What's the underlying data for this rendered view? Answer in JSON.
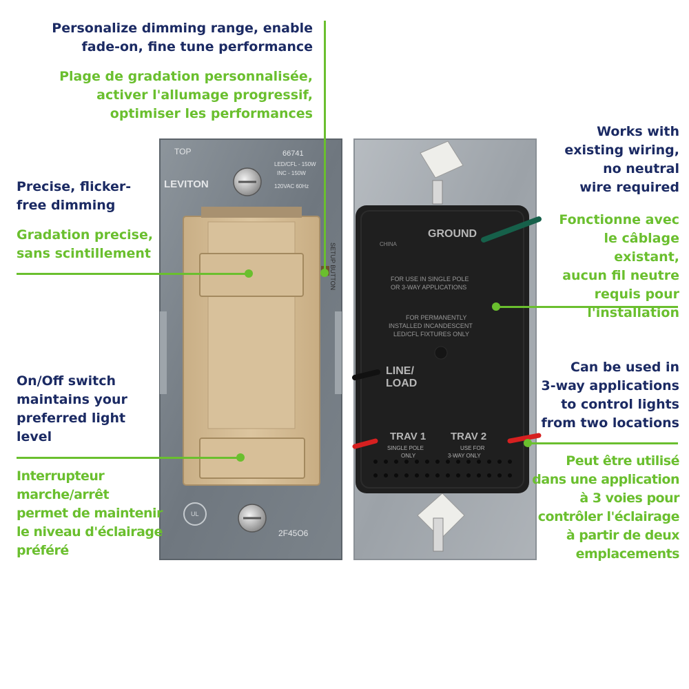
{
  "callouts": {
    "setup_en": "Personalize dimming range, enable\nfade-on, fine tune performance",
    "setup_fr": "Plage de gradation personnalisée,\nactiver l'allumage progressif,\noptimiser les performances",
    "flicker_en": "Precise, flicker-\nfree dimming",
    "flicker_fr": "Gradation precise,\nsans scintillement",
    "switch_en": "On/Off switch\nmaintains your\npreferred light\nlevel",
    "switch_fr": "Interrupteur\nmarche/arrêt\npermet de maintenir\nle niveau d'éclairage\npréféré",
    "wiring_en": "Works with\nexisting wiring,\nno neutral\nwire required",
    "wiring_fr": "Fonctionne avec\nle câblage existant,\naucun fil neutre\nrequis pour\nl'installation",
    "threeway_en": "Can be used in\n3-way applications\nto control lights\nfrom two locations",
    "threeway_fr": "Peut être utilisé\ndans une application\nà 3 voies pour\ncontrôler l'éclairage\nà partir de deux\nemplacements"
  },
  "front_labels": {
    "top": "TOP",
    "model": "66741",
    "rating1": "LED/CFL - 150W",
    "rating2": "INC - 150W",
    "rating3": "120VAC 60Hz",
    "brand": "LEVITON",
    "setup_button": "SETUP BUTTON",
    "ul": "UL",
    "code": "2F45O6"
  },
  "back_labels": {
    "china": "CHINA",
    "ground": "GROUND",
    "use1": "FOR USE IN SINGLE POLE",
    "use2": "OR 3-WAY APPLICATIONS",
    "perm1": "FOR PERMANENTLY",
    "perm2": "INSTALLED INCANDESCENT",
    "perm3": "LED/CFL FIXTURES ONLY",
    "line1": "LINE/",
    "line2": "LOAD",
    "trav1": "TRAV 1",
    "trav1_sub1": "SINGLE POLE",
    "trav1_sub2": "ONLY",
    "trav2": "TRAV 2",
    "trav2_sub1": "USE FOR",
    "trav2_sub2": "3-WAY ONLY"
  },
  "colors": {
    "english_text": "#1b2a63",
    "french_text": "#6abf2e",
    "callout_line": "#6abf2e",
    "dimmer_body": "#d7bf97",
    "wire_red": "#d62020",
    "wire_green": "#16604a"
  }
}
